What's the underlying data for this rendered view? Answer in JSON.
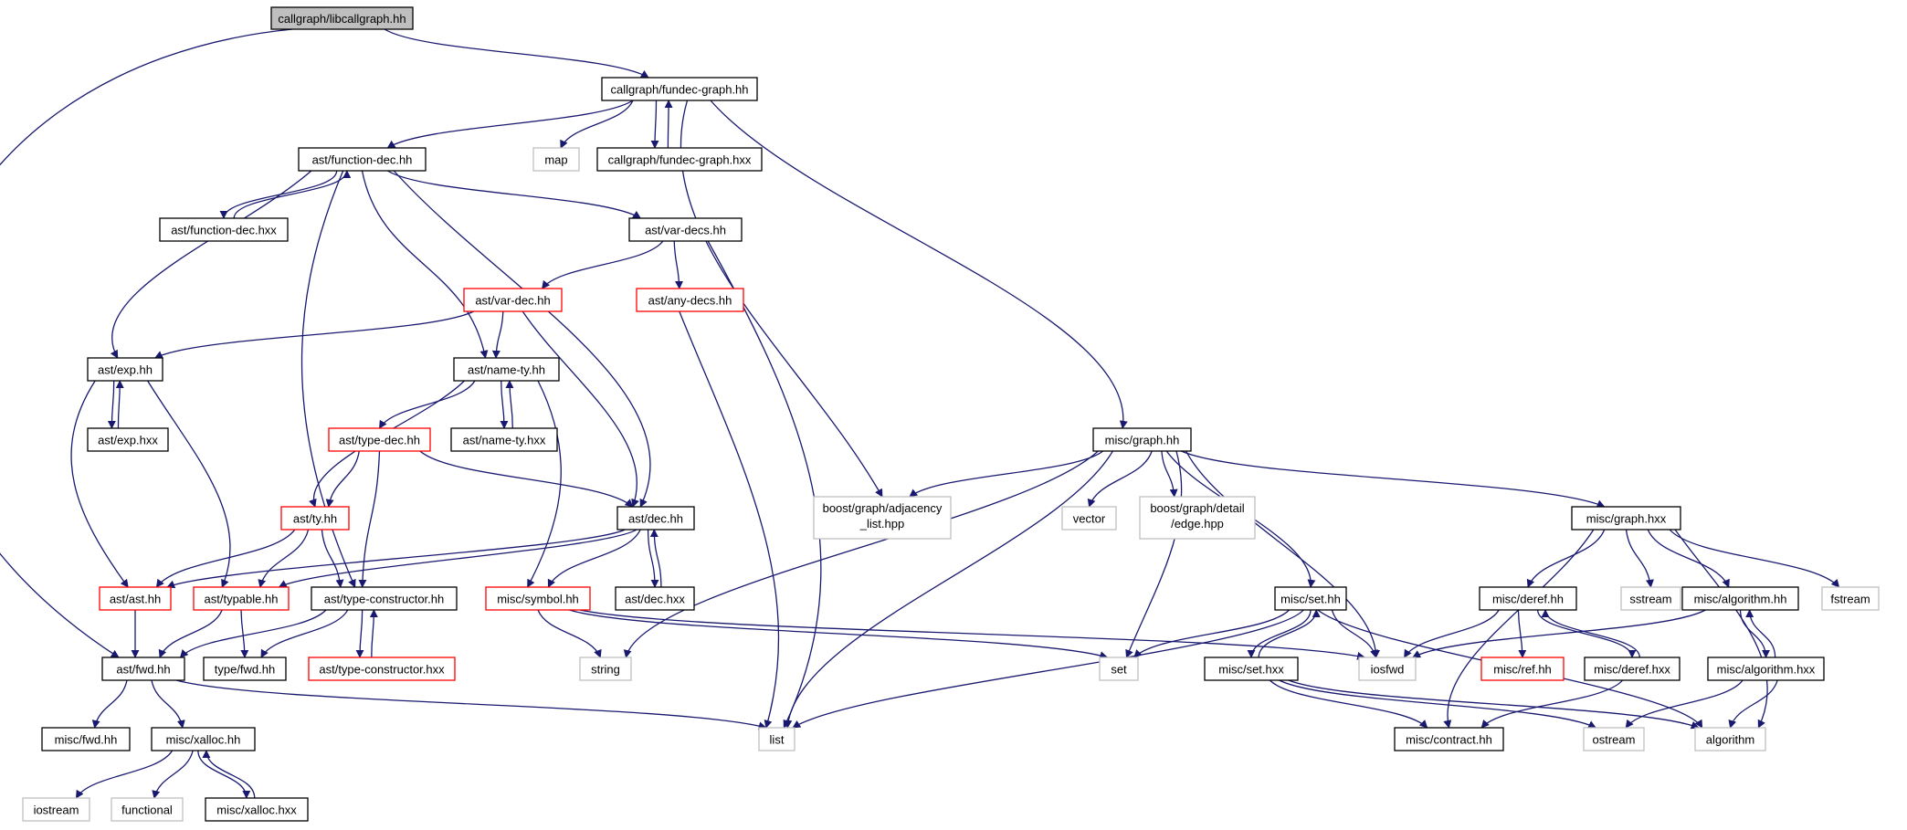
{
  "colors": {
    "edge": "#191970",
    "border_normal": "#000000",
    "border_red": "#ff0000",
    "border_external": "#bfbfbf",
    "fill_root": "#bfbfbf",
    "fill_normal": "#ffffff"
  },
  "nodes": [
    {
      "id": "libcallgraph",
      "label": "callgraph/libcallgraph.hh",
      "kind": "root"
    },
    {
      "id": "fundec_graph",
      "label": "callgraph/fundec-graph.hh",
      "kind": "normal"
    },
    {
      "id": "function_dec",
      "label": "ast/function-dec.hh",
      "kind": "normal"
    },
    {
      "id": "map",
      "label": "map",
      "kind": "external"
    },
    {
      "id": "fundec_graph_hxx",
      "label": "callgraph/fundec-graph.hxx",
      "kind": "normal"
    },
    {
      "id": "function_dec_hxx",
      "label": "ast/function-dec.hxx",
      "kind": "normal"
    },
    {
      "id": "var_decs",
      "label": "ast/var-decs.hh",
      "kind": "normal"
    },
    {
      "id": "var_dec",
      "label": "ast/var-dec.hh",
      "kind": "red"
    },
    {
      "id": "any_decs",
      "label": "ast/any-decs.hh",
      "kind": "red"
    },
    {
      "id": "exp",
      "label": "ast/exp.hh",
      "kind": "normal"
    },
    {
      "id": "name_ty",
      "label": "ast/name-ty.hh",
      "kind": "normal"
    },
    {
      "id": "exp_hxx",
      "label": "ast/exp.hxx",
      "kind": "normal"
    },
    {
      "id": "type_dec",
      "label": "ast/type-dec.hh",
      "kind": "red"
    },
    {
      "id": "name_ty_hxx",
      "label": "ast/name-ty.hxx",
      "kind": "normal"
    },
    {
      "id": "ty",
      "label": "ast/ty.hh",
      "kind": "red"
    },
    {
      "id": "dec",
      "label": "ast/dec.hh",
      "kind": "normal"
    },
    {
      "id": "ast",
      "label": "ast/ast.hh",
      "kind": "red"
    },
    {
      "id": "typable",
      "label": "ast/typable.hh",
      "kind": "red"
    },
    {
      "id": "type_constructor",
      "label": "ast/type-constructor.hh",
      "kind": "normal"
    },
    {
      "id": "symbol",
      "label": "misc/symbol.hh",
      "kind": "red"
    },
    {
      "id": "dec_hxx",
      "label": "ast/dec.hxx",
      "kind": "normal"
    },
    {
      "id": "fwd",
      "label": "ast/fwd.hh",
      "kind": "normal"
    },
    {
      "id": "type_fwd",
      "label": "type/fwd.hh",
      "kind": "normal"
    },
    {
      "id": "type_constructor_hxx",
      "label": "ast/type-constructor.hxx",
      "kind": "red"
    },
    {
      "id": "string",
      "label": "string",
      "kind": "external"
    },
    {
      "id": "misc_fwd",
      "label": "misc/fwd.hh",
      "kind": "normal"
    },
    {
      "id": "xalloc",
      "label": "misc/xalloc.hh",
      "kind": "normal"
    },
    {
      "id": "list",
      "label": "list",
      "kind": "external"
    },
    {
      "id": "iostream",
      "label": "iostream",
      "kind": "external"
    },
    {
      "id": "functional",
      "label": "functional",
      "kind": "external"
    },
    {
      "id": "xalloc_hxx",
      "label": "misc/xalloc.hxx",
      "kind": "normal"
    },
    {
      "id": "graph",
      "label": "misc/graph.hh",
      "kind": "normal"
    },
    {
      "id": "adjacency",
      "label": [
        "boost/graph/adjacency",
        "_list.hpp"
      ],
      "kind": "external"
    },
    {
      "id": "vector",
      "label": "vector",
      "kind": "external"
    },
    {
      "id": "edge_hpp",
      "label": [
        "boost/graph/detail",
        "/edge.hpp"
      ],
      "kind": "external"
    },
    {
      "id": "graph_hxx",
      "label": "misc/graph.hxx",
      "kind": "normal"
    },
    {
      "id": "set",
      "label": "misc/set.hh",
      "kind": "normal"
    },
    {
      "id": "set_std",
      "label": "set",
      "kind": "external"
    },
    {
      "id": "set_hxx",
      "label": "misc/set.hxx",
      "kind": "normal"
    },
    {
      "id": "iosfwd",
      "label": "iosfwd",
      "kind": "external"
    },
    {
      "id": "deref",
      "label": "misc/deref.hh",
      "kind": "normal"
    },
    {
      "id": "sstream",
      "label": "sstream",
      "kind": "external"
    },
    {
      "id": "algorithm_hh",
      "label": "misc/algorithm.hh",
      "kind": "normal"
    },
    {
      "id": "fstream",
      "label": "fstream",
      "kind": "external"
    },
    {
      "id": "ref",
      "label": "misc/ref.hh",
      "kind": "red"
    },
    {
      "id": "deref_hxx",
      "label": "misc/deref.hxx",
      "kind": "normal"
    },
    {
      "id": "algorithm_hxx",
      "label": "misc/algorithm.hxx",
      "kind": "normal"
    },
    {
      "id": "contract",
      "label": "misc/contract.hh",
      "kind": "normal"
    },
    {
      "id": "ostream",
      "label": "ostream",
      "kind": "external"
    },
    {
      "id": "algorithm_std",
      "label": "algorithm",
      "kind": "external"
    }
  ]
}
